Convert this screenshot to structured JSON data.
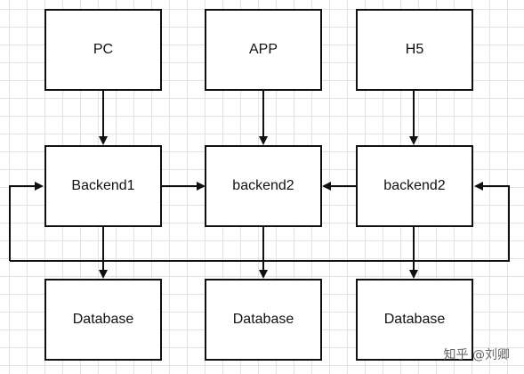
{
  "diagram": {
    "nodes": {
      "pc": "PC",
      "app": "APP",
      "h5": "H5",
      "backend1": "Backend1",
      "backend2_mid": "backend2",
      "backend2_right": "backend2",
      "database_left": "Database",
      "database_mid": "Database",
      "database_right": "Database"
    },
    "edges": [
      {
        "from": "PC",
        "to": "Backend1"
      },
      {
        "from": "APP",
        "to": "backend2 (middle)"
      },
      {
        "from": "H5",
        "to": "backend2 (right)"
      },
      {
        "from": "Backend1",
        "to": "backend2 (middle)"
      },
      {
        "from": "backend2 (right)",
        "to": "backend2 (middle)"
      },
      {
        "from": "Backend1",
        "to": "Database (left)"
      },
      {
        "from": "backend2 (middle)",
        "to": "Database (middle)"
      },
      {
        "from": "backend2 (right)",
        "to": "Database (right)"
      },
      {
        "from": "shared connector bus",
        "to": "Backend1"
      },
      {
        "from": "shared connector bus",
        "to": "backend2 (right)"
      },
      {
        "from": "shared connector bus",
        "to": "Database (left)"
      },
      {
        "from": "shared connector bus",
        "to": "Database (middle)"
      },
      {
        "from": "shared connector bus",
        "to": "Database (right)"
      }
    ]
  },
  "watermark": "知乎 @刘卿",
  "colors": {
    "line": "#111111",
    "grid": "#e4e4e4",
    "background": "#ffffff",
    "watermark": "#666666"
  }
}
